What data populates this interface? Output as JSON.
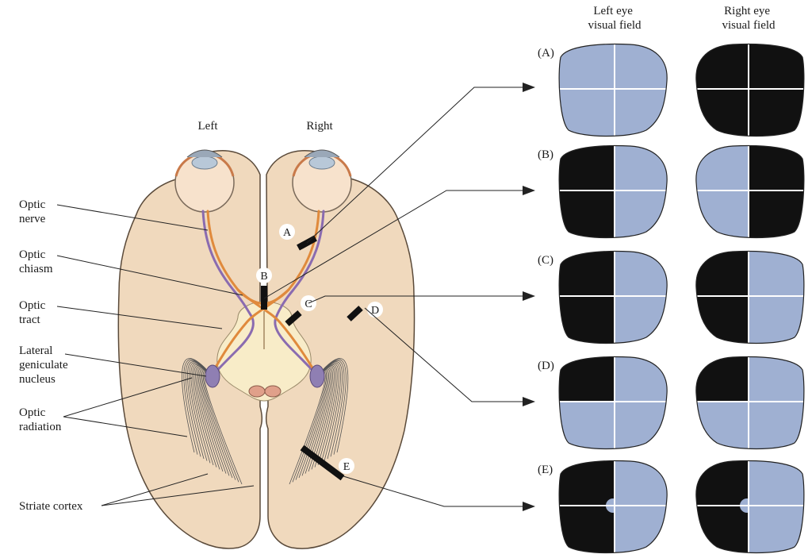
{
  "brain": {
    "side_left": "Left",
    "side_right": "Right",
    "lesion_labels": [
      "A",
      "B",
      "C",
      "D",
      "E"
    ]
  },
  "structure_labels": {
    "optic_nerve": [
      "Optic",
      "nerve"
    ],
    "optic_chiasm": [
      "Optic",
      "chiasm"
    ],
    "optic_tract": [
      "Optic",
      "tract"
    ],
    "lateral_geniculate": [
      "Lateral",
      "geniculate",
      "nucleus"
    ],
    "optic_radiation": [
      "Optic",
      "radiation"
    ],
    "striate_cortex": "Striate cortex"
  },
  "field_headers": {
    "left_eye": [
      "Left eye",
      "visual field"
    ],
    "right_eye": [
      "Right eye",
      "visual field"
    ]
  },
  "panels": [
    {
      "label": "(A)",
      "left": {
        "ul": "spared",
        "ur": "spared",
        "ll": "spared",
        "lr": "spared"
      },
      "right": {
        "ul": "lost",
        "ur": "lost",
        "ll": "lost",
        "lr": "lost"
      }
    },
    {
      "label": "(B)",
      "left": {
        "ul": "lost",
        "ur": "spared",
        "ll": "lost",
        "lr": "spared"
      },
      "right": {
        "ul": "spared",
        "ur": "lost",
        "ll": "spared",
        "lr": "lost"
      }
    },
    {
      "label": "(C)",
      "left": {
        "ul": "lost",
        "ur": "spared",
        "ll": "lost",
        "lr": "spared"
      },
      "right": {
        "ul": "lost",
        "ur": "spared",
        "ll": "lost",
        "lr": "spared"
      }
    },
    {
      "label": "(D)",
      "left": {
        "ul": "lost",
        "ur": "spared",
        "ll": "spared",
        "lr": "spared"
      },
      "right": {
        "ul": "lost",
        "ur": "spared",
        "ll": "spared",
        "lr": "spared"
      }
    },
    {
      "label": "(E)",
      "left": {
        "ul": "lost",
        "ur": "spared",
        "ll": "lost",
        "lr": "spared",
        "macular_sparing": true
      },
      "right": {
        "ul": "lost",
        "ur": "spared",
        "ll": "lost",
        "lr": "spared",
        "macular_sparing": true
      }
    }
  ],
  "colors": {
    "spared": "#9fb0d2",
    "lost": "#111111",
    "brain": "#f0d9bd",
    "brain_outline": "#5a4a3a",
    "midbrain": "#f8ecc8",
    "lgn": "#8f7fb3",
    "nerve_orange": "#e08a3c",
    "nerve_purple": "#8a6bb0",
    "eye": "#f7e2cc"
  }
}
